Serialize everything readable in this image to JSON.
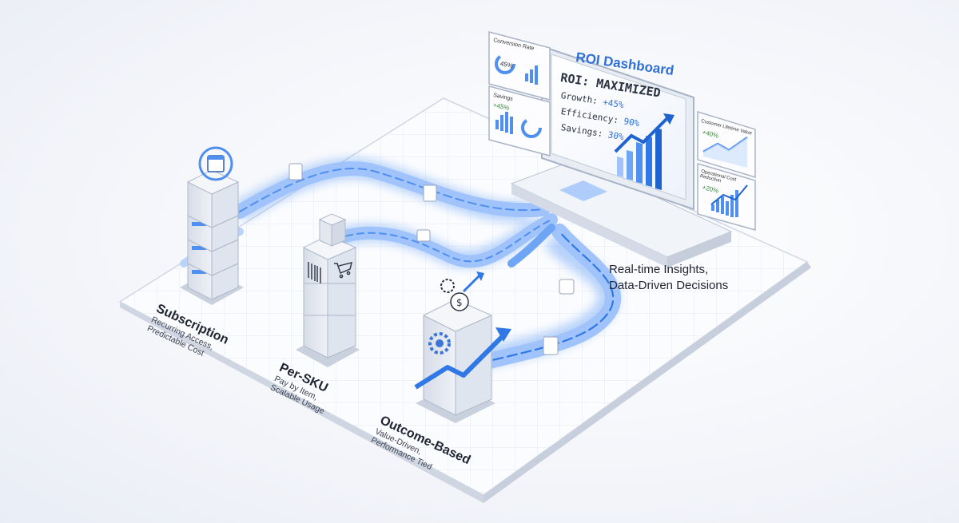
{
  "dashboard": {
    "title": "ROI Dashboard",
    "headline": "ROI: MAXIMIZED",
    "metrics": [
      {
        "label": "Growth:",
        "value": "+45%"
      },
      {
        "label": "Efficiency:",
        "value": "90%"
      },
      {
        "label": "Savings:",
        "value": "30%"
      }
    ]
  },
  "side_panels": [
    {
      "title": "Conversion Rate",
      "value": "45%"
    },
    {
      "title": "Savings",
      "value": "+45%"
    },
    {
      "title": "Customer Lifetime Value",
      "value": "+40%"
    },
    {
      "title": "Operational Cost Reduction",
      "value": "+20%"
    }
  ],
  "models": [
    {
      "name": "Subscription",
      "line1": "Recurring Access,",
      "line2": "Predictable Cost"
    },
    {
      "name": "Per-SKU",
      "line1": "Pay by Item,",
      "line2": "Scalable Usage"
    },
    {
      "name": "Outcome-Based",
      "line1": "Value-Driven,",
      "line2": "Performance Tied"
    }
  ],
  "insights": {
    "line1": "Real-time Insights,",
    "line2": "Data-Driven Decisions"
  },
  "colors": {
    "accent": "#2d6fd6",
    "flow": "#4f8fef",
    "platform": "#fbfcfe",
    "tower": "#e7ebf2"
  }
}
